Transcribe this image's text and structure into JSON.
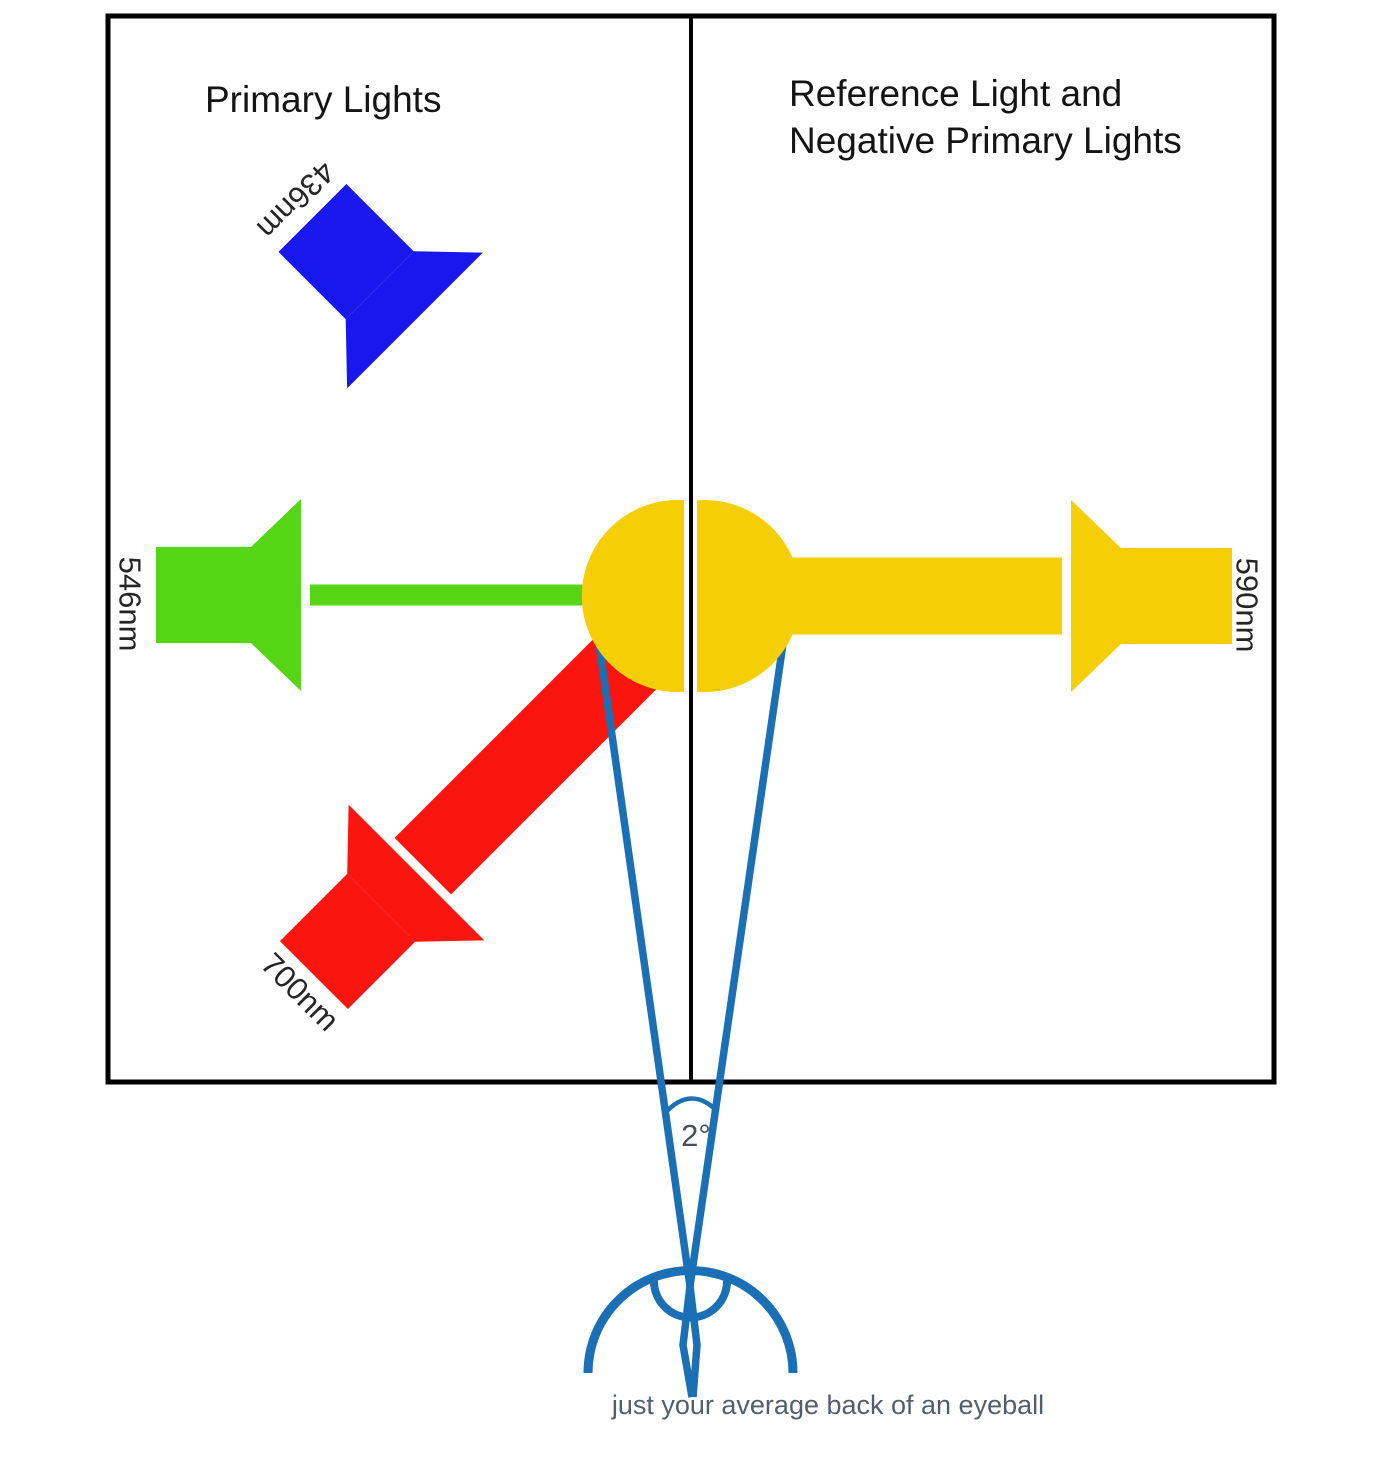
{
  "diagram": {
    "left_panel_title": "Primary Lights",
    "right_panel_title_line1": "Reference Light and",
    "right_panel_title_line2": "Negative Primary Lights",
    "angle_label": "2°",
    "caption": "just your average back of an eyeball"
  },
  "lights": {
    "blue_primary": {
      "label": "436nm",
      "color": "#1818ee"
    },
    "green_primary": {
      "label": "546nm",
      "color": "#55d513"
    },
    "red_primary": {
      "label": "700nm",
      "color": "#fa150f"
    },
    "reference": {
      "label": "590nm",
      "color": "#f5ce05"
    }
  },
  "field": {
    "color": "#f5ce05"
  },
  "eye": {
    "line_color": "#1b6fb5",
    "angle_text_color": "#4a4f57",
    "caption_color": "#545e69"
  },
  "frame": {
    "border_color": "#000000",
    "background": "#ffffff"
  }
}
